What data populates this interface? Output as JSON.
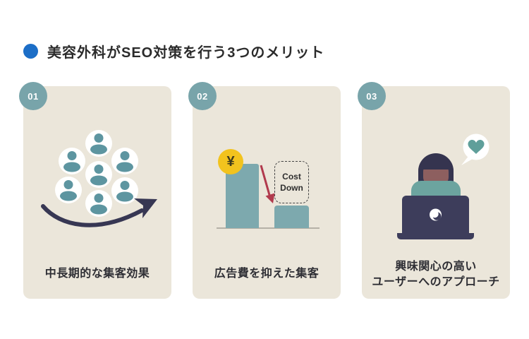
{
  "page": {
    "title": "美容外科がSEO対策を行う3つのメリット"
  },
  "palette": {
    "page-bg": "#ffffff",
    "card-bg": "#ebe6da",
    "badge-teal": "#78a4aa",
    "bar-teal": "#7da9ae",
    "person-teal": "#5d95a0",
    "shirt-teal": "#6ca49f",
    "heart-teal": "#5f9f9a",
    "navy": "#3d3d5b",
    "hair-navy": "#35344f",
    "arrow-navy": "#373753",
    "title-blue": "#1c6ec7",
    "coin-yellow": "#f2c31e",
    "coin-symbol-color": "#3e3a1c",
    "red": "#b13a4d",
    "text-dark": "#2e2e34",
    "face-mauve": "#8d5f5f",
    "baseline-gray": "#b5b1a7",
    "white": "#ffffff"
  },
  "cards": [
    {
      "number": "01",
      "caption": "中長期的な集客効果"
    },
    {
      "number": "02",
      "caption": "広告費を抑えた集客",
      "coin_symbol": "¥",
      "cost_label": "Cost\nDown"
    },
    {
      "number": "03",
      "caption": "興味関心の高い\nユーザーへのアプローチ"
    }
  ]
}
